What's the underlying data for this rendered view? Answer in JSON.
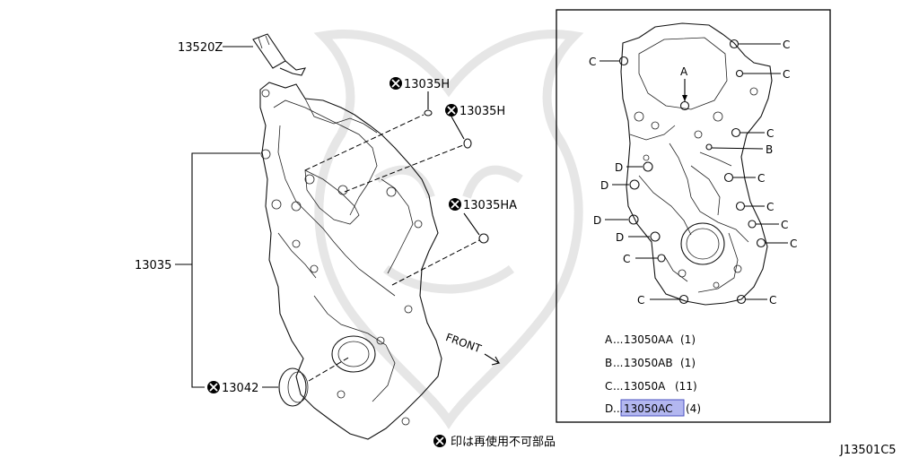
{
  "callouts": {
    "sealant": "13520Z",
    "cover": "13035",
    "plug_h_1": "13035H",
    "plug_h_2": "13035H",
    "plug_ha": "13035HA",
    "oil_seal": "13042"
  },
  "legend_note": "印は再使用不可部品",
  "front_label": "FRONT",
  "diagram_id": "J13501C5",
  "bolt_letters": {
    "a": "A",
    "b": "B",
    "c": "C",
    "d": "D"
  },
  "bolt_table": [
    {
      "letter": "A",
      "dots": "...",
      "part": "13050AA",
      "qty": "(1)",
      "highlighted": false
    },
    {
      "letter": "B",
      "dots": "...",
      "part": "13050AB",
      "qty": "(1)",
      "highlighted": false
    },
    {
      "letter": "C",
      "dots": "...",
      "part": "13050A",
      "qty": "(11)",
      "highlighted": false
    },
    {
      "letter": "D",
      "dots": "...",
      "part": "13050AC",
      "qty": "(4)",
      "highlighted": true
    }
  ],
  "colors": {
    "highlight": "#b3b7f0",
    "line": "#111111",
    "watermark": "#e6e6e6"
  }
}
